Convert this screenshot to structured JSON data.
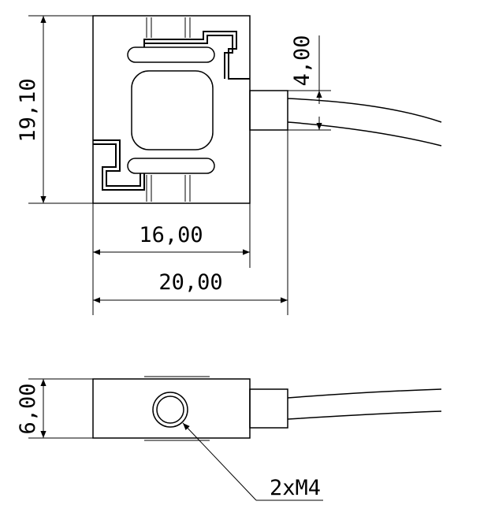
{
  "drawing": {
    "top_view": {
      "height_dim": "19,10",
      "cable_dim": "4,00",
      "body_width_dim": "16,00",
      "overall_width_dim": "20,00"
    },
    "side_view": {
      "thickness_dim": "6,00",
      "thread_callout": "2xM4"
    }
  }
}
